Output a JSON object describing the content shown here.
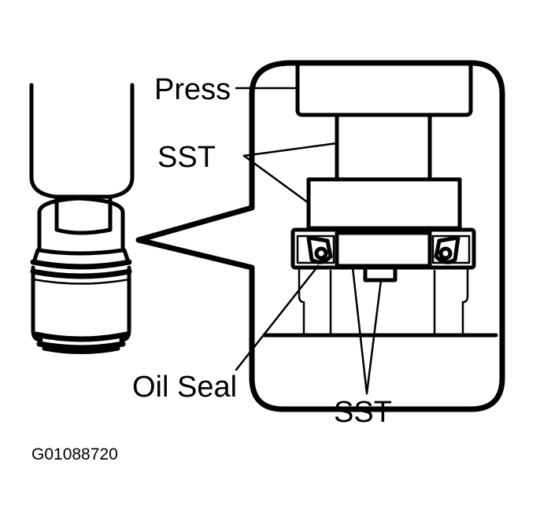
{
  "labels": {
    "press": "Press",
    "sst_upper": "SST",
    "oil_seal": "Oil Seal",
    "sst_lower": "SST"
  },
  "figure_code": "G01088720",
  "colors": {
    "ink": "#000000",
    "background": "#ffffff"
  }
}
